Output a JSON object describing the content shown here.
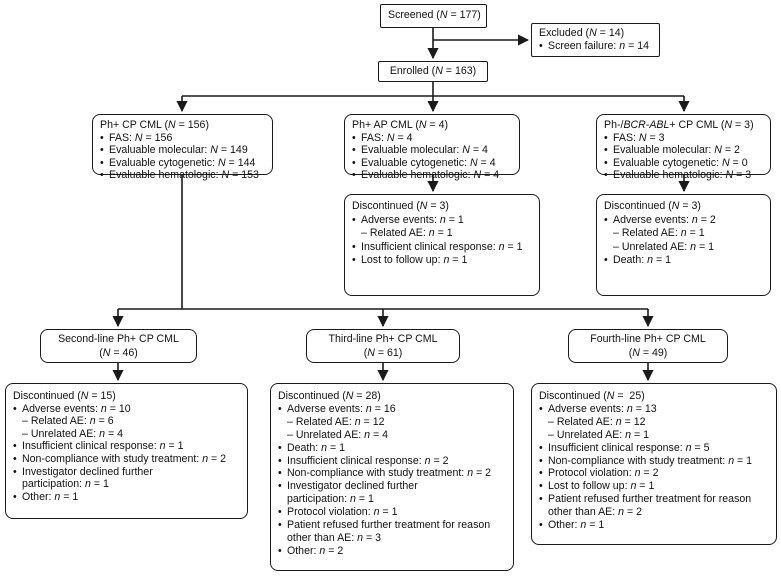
{
  "screened": {
    "label": "Screened",
    "n": "177"
  },
  "excluded": {
    "label": "Excluded",
    "n": "14",
    "items": [
      {
        "label": "Screen failure",
        "n": "14"
      }
    ]
  },
  "enrolled": {
    "label": "Enrolled",
    "n": "163"
  },
  "cohorts": {
    "cp": {
      "label": "Ph+ CP CML",
      "n": "156",
      "items": [
        {
          "label": "FAS",
          "n": "156"
        },
        {
          "label": "Evaluable molecular",
          "n": "149"
        },
        {
          "label": "Evaluable cytogenetic",
          "n": "144"
        },
        {
          "label": "Evaluable hematologic",
          "n": "153"
        }
      ]
    },
    "ap": {
      "label": "Ph+ AP CML",
      "n": "4",
      "items": [
        {
          "label": "FAS",
          "n": "4"
        },
        {
          "label": "Evaluable molecular",
          "n": "4"
        },
        {
          "label": "Evaluable cytogenetic",
          "n": "4"
        },
        {
          "label": "Evaluable hematologic",
          "n": "4"
        }
      ]
    },
    "bcr": {
      "label_pre": "Ph-/",
      "label_italic": "BCR-ABL",
      "label_post": "+ CP CML",
      "n": "3",
      "items": [
        {
          "label": "FAS",
          "n": "3"
        },
        {
          "label": "Evaluable molecular",
          "n": "2"
        },
        {
          "label": "Evaluable cytogenetic",
          "n": "0"
        },
        {
          "label": "Evaluable hematologic",
          "n": "3"
        }
      ]
    }
  },
  "discontinued_ap": {
    "label": "Discontinued",
    "n": "3",
    "items": [
      {
        "label": "Adverse events",
        "n": "1"
      },
      {
        "sub": true,
        "label": "Related AE",
        "n": "1"
      },
      {
        "label": "Insufficient clinical response",
        "n": "1"
      },
      {
        "label": "Lost to follow up",
        "n": "1"
      }
    ]
  },
  "discontinued_bcr": {
    "label": "Discontinued",
    "n": "3",
    "items": [
      {
        "label": "Adverse events",
        "n": "2"
      },
      {
        "sub": true,
        "label": "Related AE",
        "n": "1"
      },
      {
        "sub": true,
        "label": "Unrelated AE",
        "n": "1"
      },
      {
        "label": "Death",
        "n": "1"
      }
    ]
  },
  "lines": {
    "second": {
      "label": "Second-line Ph+ CP CML",
      "n": "46"
    },
    "third": {
      "label": "Third-line Ph+ CP CML",
      "n": "61"
    },
    "fourth": {
      "label": "Fourth-line Ph+ CP CML",
      "n": "49"
    }
  },
  "discontinued_second": {
    "label": "Discontinued",
    "n": "15",
    "items": [
      {
        "label": "Adverse events",
        "n": "10"
      },
      {
        "sub": true,
        "label": "Related AE",
        "n": "6"
      },
      {
        "sub": true,
        "label": "Unrelated AE",
        "n": "4"
      },
      {
        "label": "Insufficient clinical response",
        "n": "1"
      },
      {
        "label": "Non-compliance with study treatment",
        "n": "2"
      },
      {
        "label": "Investigator declined further",
        "cont": "participation",
        "n": "1"
      },
      {
        "label": "Other",
        "n": "1"
      }
    ]
  },
  "discontinued_third": {
    "label": "Discontinued",
    "n": "28",
    "items": [
      {
        "label": "Adverse events",
        "n": "16"
      },
      {
        "sub": true,
        "label": "Related AE",
        "n": "12"
      },
      {
        "sub": true,
        "label": "Unrelated AE",
        "n": "4"
      },
      {
        "label": "Death",
        "n": "1"
      },
      {
        "label": "Insufficient clinical response",
        "n": "2"
      },
      {
        "label": "Non-compliance with study treatment",
        "n": "2"
      },
      {
        "label": "Investigator declined further",
        "cont": "participation",
        "n": "1"
      },
      {
        "label": "Protocol violation",
        "n": "1"
      },
      {
        "label": "Patient refused further treatment for reason",
        "cont": "other than AE",
        "n": "3"
      },
      {
        "label": "Other",
        "n": "2"
      }
    ]
  },
  "discontinued_fourth": {
    "label": "Discontinued",
    "n": "25",
    "items": [
      {
        "label": "Adverse events",
        "n": "13"
      },
      {
        "sub": true,
        "label": "Related AE",
        "n": "12"
      },
      {
        "sub": true,
        "label": "Unrelated AE",
        "n": "1"
      },
      {
        "label": "Insufficient clinical response",
        "n": "5"
      },
      {
        "label": "Non-compliance with study treatment",
        "n": "1"
      },
      {
        "label": "Protocol violation",
        "n": "2"
      },
      {
        "label": "Lost to follow up",
        "n": "1"
      },
      {
        "label": "Patient refused further treatment for reason",
        "cont": "other than AE",
        "n": "2"
      },
      {
        "label": "Other",
        "n": "1"
      }
    ]
  }
}
